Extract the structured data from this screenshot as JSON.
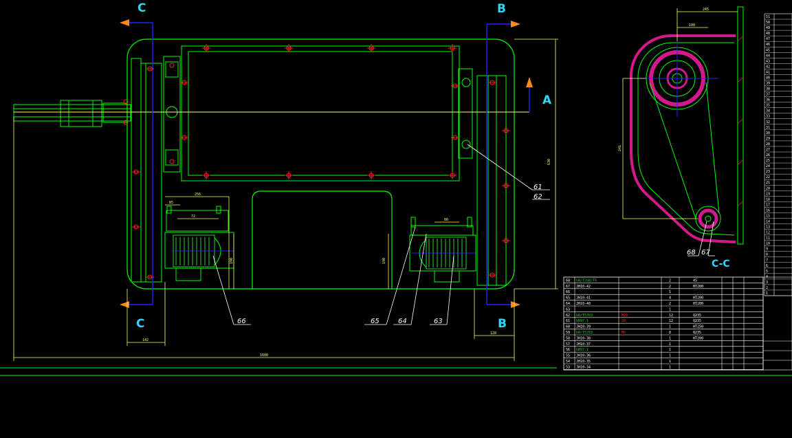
{
  "section_labels": {
    "c_top": "C",
    "c_bottom": "C",
    "b_top": "B",
    "b_bottom": "B",
    "a_right": "A",
    "cc_view": "C-C"
  },
  "leaders": {
    "l61": "61",
    "l62": "62",
    "l63": "63",
    "l64": "64",
    "l65": "65",
    "l66": "66",
    "l67": "67",
    "l68": "68"
  },
  "colors": {
    "background": "#000000",
    "outline_green": "#00ff00",
    "detail_green": "#33cc33",
    "centerline_blue": "#2222ff",
    "dim_yellow": "#ffff66",
    "red_mark": "#ff2020",
    "label_cyan": "#2fd6ff",
    "arrow_orange": "#ff8a1c",
    "hatch_magenta": "#d01a8a",
    "table_white": "#ffffff"
  },
  "bom_rows": [
    {
      "no": "68",
      "code": "GB/T2GB/T6",
      "name": "",
      "qty": "2",
      "material": "45",
      "note": ""
    },
    {
      "no": "67",
      "code": "JH10-42",
      "name": "",
      "qty": "2",
      "material": "HT200",
      "note": ""
    },
    {
      "no": "66",
      "code": "",
      "name": "",
      "qty": "1",
      "material": "",
      "note": ""
    },
    {
      "no": "65",
      "code": "JH10-41",
      "name": "",
      "qty": "4",
      "material": "HT200",
      "note": ""
    },
    {
      "no": "64",
      "code": "JH10-40",
      "name": "",
      "qty": "2",
      "material": "HT200",
      "note": ""
    },
    {
      "no": "63",
      "code": "",
      "name": "",
      "qty": "1",
      "material": "",
      "note": ""
    },
    {
      "no": "62",
      "code": "GB/T5783",
      "name": "M20",
      "qty": "12",
      "material": "Q235",
      "note": ""
    },
    {
      "no": "61",
      "code": "GB97.1",
      "name": "20",
      "qty": "12",
      "material": "Q235",
      "note": ""
    },
    {
      "no": "60",
      "code": "JH10-39",
      "name": "",
      "qty": "1",
      "material": "HT250",
      "note": ""
    },
    {
      "no": "59",
      "code": "GB/T5783",
      "name": "M8",
      "qty": "8",
      "material": "Q235",
      "note": ""
    },
    {
      "no": "58",
      "code": "JH10-38",
      "name": "",
      "qty": "1",
      "material": "HT200",
      "note": ""
    },
    {
      "no": "57",
      "code": "JH10-37",
      "name": "",
      "qty": "1",
      "material": "",
      "note": ""
    },
    {
      "no": "56",
      "code": "GB97.1",
      "name": "",
      "qty": "1",
      "material": "",
      "note": ""
    },
    {
      "no": "55",
      "code": "JH10-36",
      "name": "",
      "qty": "1",
      "material": "",
      "note": ""
    },
    {
      "no": "54",
      "code": "JH10-35",
      "name": "",
      "qty": "1",
      "material": "",
      "note": ""
    },
    {
      "no": "53",
      "code": "JH10-34",
      "name": "",
      "qty": "1",
      "material": "",
      "note": ""
    }
  ],
  "side_column_rows": [
    "51",
    "50",
    "49",
    "48",
    "47",
    "46",
    "45",
    "44",
    "43",
    "42",
    "41",
    "40",
    "39",
    "38",
    "37",
    "36",
    "35",
    "34",
    "33",
    "32",
    "31",
    "30",
    "29",
    "28",
    "27",
    "26",
    "25",
    "24",
    "23",
    "22",
    "21",
    "20",
    "19",
    "18",
    "17",
    "16",
    "15",
    "14",
    "13",
    "12",
    "11",
    "10",
    "9",
    "8",
    "7",
    "6",
    "5",
    "4",
    "3",
    "2",
    "1"
  ]
}
